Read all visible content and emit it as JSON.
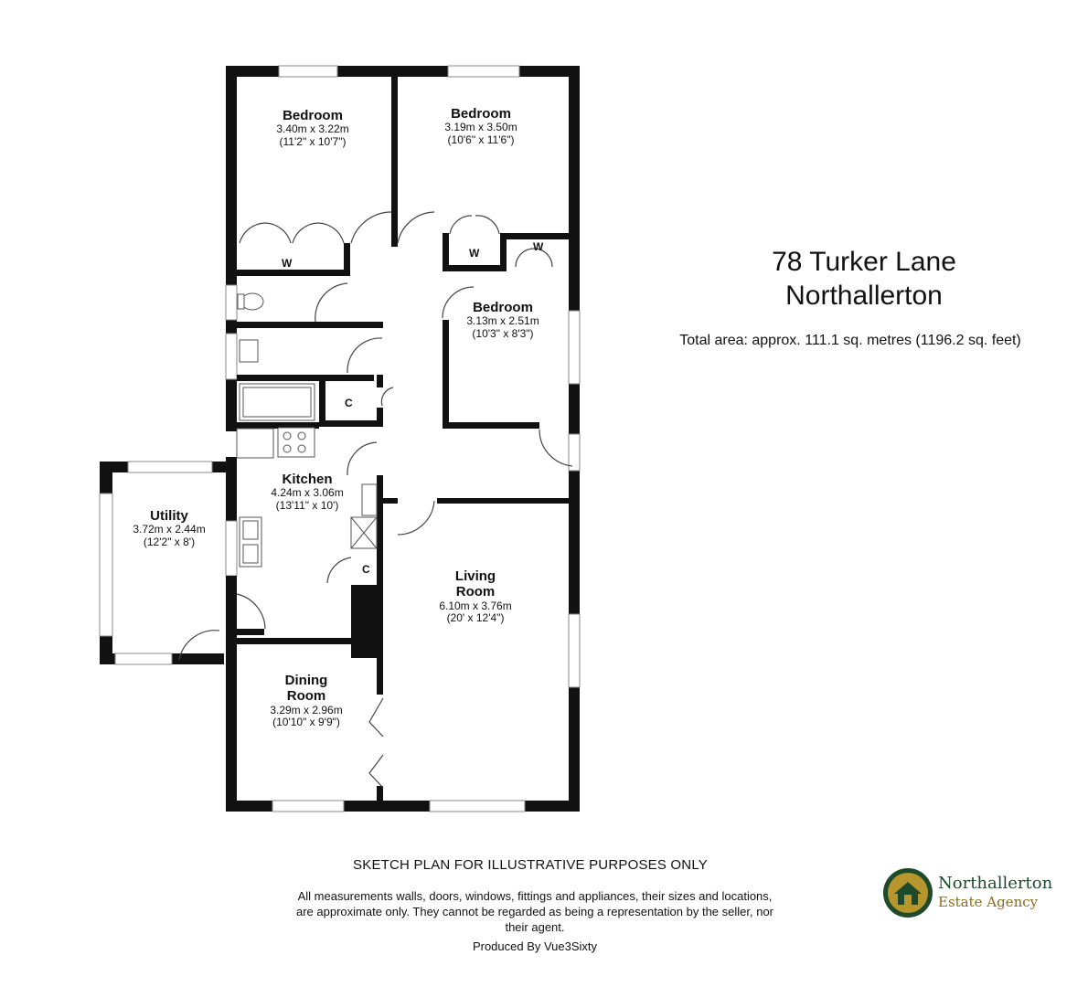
{
  "property": {
    "title_line1": "78 Turker Lane",
    "title_line2": "Northallerton",
    "total_area": "Total area: approx. 111.1 sq. metres (1196.2 sq. feet)"
  },
  "rooms": {
    "bedroom1": {
      "name": "Bedroom",
      "dim_m": "3.40m x 3.22m",
      "dim_ft": "(11'2\" x 10'7\")"
    },
    "bedroom2": {
      "name": "Bedroom",
      "dim_m": "3.19m x 3.50m",
      "dim_ft": "(10'6\" x 11'6\")"
    },
    "bedroom3": {
      "name": "Bedroom",
      "dim_m": "3.13m x 2.51m",
      "dim_ft": "(10'3\" x 8'3\")"
    },
    "kitchen": {
      "name": "Kitchen",
      "dim_m": "4.24m x 3.06m",
      "dim_ft": "(13'11\" x 10')"
    },
    "utility": {
      "name": "Utility",
      "dim_m": "3.72m x 2.44m",
      "dim_ft": "(12'2\" x 8')"
    },
    "living": {
      "name_line1": "Living",
      "name_line2": "Room",
      "dim_m": "6.10m x 3.76m",
      "dim_ft": "(20' x 12'4\")"
    },
    "dining": {
      "name_line1": "Dining",
      "name_line2": "Room",
      "dim_m": "3.29m x 2.96m",
      "dim_ft": "(10'10\" x 9'9\")"
    }
  },
  "cupboards": {
    "w1": "W",
    "w2": "W",
    "w3": "W",
    "c1": "C",
    "c2": "C"
  },
  "footer": {
    "heading": "SKETCH PLAN FOR ILLUSTRATIVE PURPOSES ONLY",
    "disclaimer": "All measurements walls, doors, windows, fittings and appliances, their sizes and locations, are approximate only. They cannot be regarded as being a representation by the seller, nor their agent.",
    "produced_by": "Produced By Vue3Sixty"
  },
  "logo": {
    "name": "Northallerton",
    "sub": "Estate Agency",
    "colors": {
      "green": "#1d4a2a",
      "gold": "#b8962e",
      "house": "#7a6a2a"
    }
  },
  "colors": {
    "wall": "#111111",
    "window": "#bbbbbb",
    "line": "#555555"
  }
}
